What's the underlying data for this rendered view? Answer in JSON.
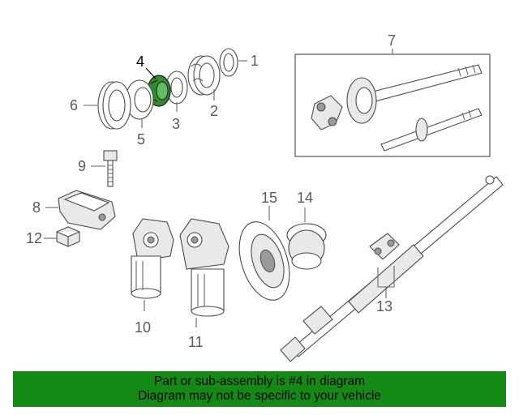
{
  "diagram": {
    "callouts": [
      "1",
      "2",
      "3",
      "4",
      "5",
      "6",
      "7",
      "8",
      "9",
      "10",
      "11",
      "12",
      "13",
      "14",
      "15"
    ],
    "highlighted_part": "4",
    "highlight_color": "#2e8b2e"
  },
  "banner": {
    "line1": "Part or sub-assembly is #4 in diagram",
    "line2": "Diagram may not be specific to your vehicle",
    "color": "#138a13"
  }
}
